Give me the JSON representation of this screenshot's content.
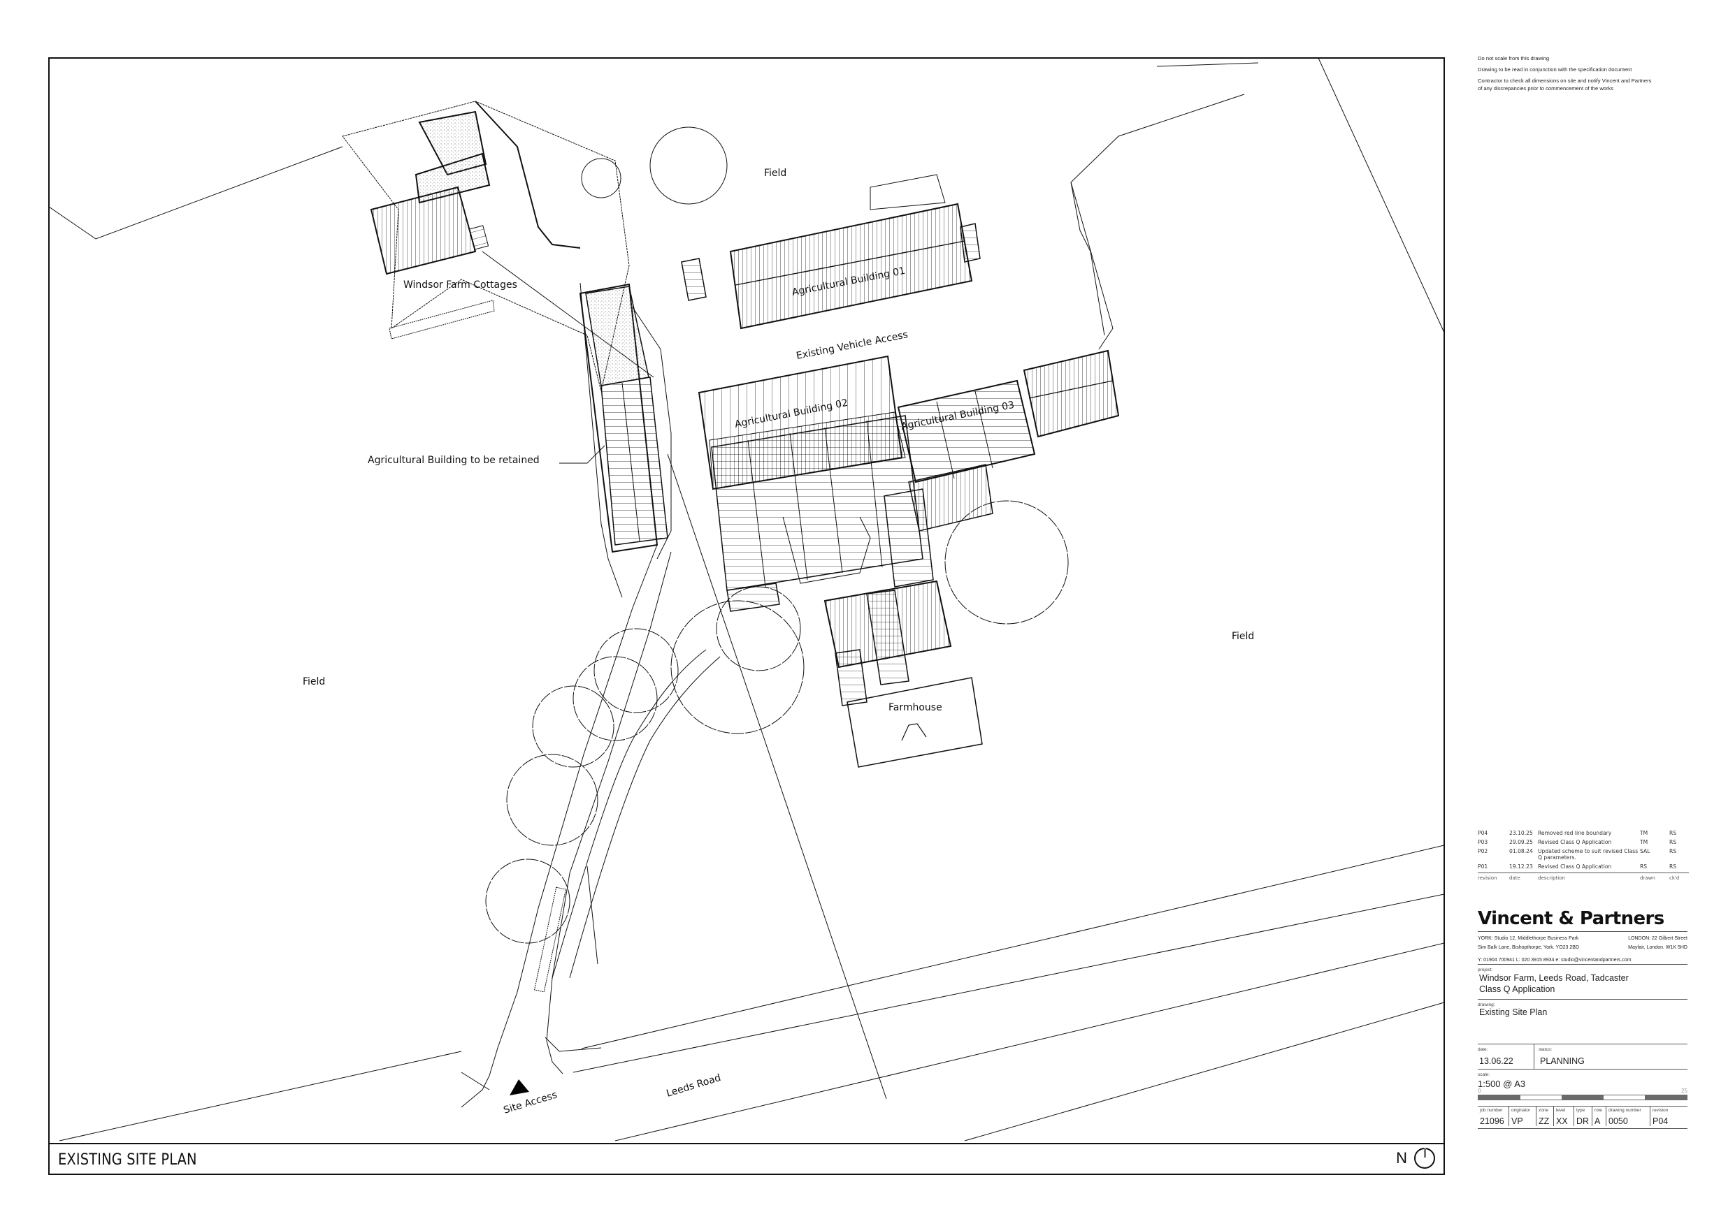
{
  "notes": [
    "Do not scale from this drawing",
    "Drawing to be read in conjunction with the specification document",
    "Contractor to check all dimensions on site and notify Vincent and Partners",
    "of any discrepancies prior to commencement of the works"
  ],
  "plan": {
    "labels": {
      "cottages": "Windsor Farm Cottages",
      "field_north": "Field",
      "field_west": "Field",
      "field_east": "Field",
      "ag01": "Agricultural Building 01",
      "ag02": "Agricultural Building 02",
      "ag03": "Agricultural Building 03",
      "vehicle_access": "Existing Vehicle Access",
      "retained": "Agricultural Building to be retained",
      "farmhouse": "Farmhouse",
      "site_access": "Site Access",
      "road": "Leeds Road"
    },
    "drawing_title": "EXISTING SITE PLAN",
    "north_label": "N",
    "north_icon": "north-arrow-circle"
  },
  "revisions": {
    "headers": [
      "revision",
      "date",
      "description",
      "drawn",
      "ck'd"
    ],
    "rows": [
      {
        "rev": "P04",
        "date": "23.10.25",
        "desc": "Removed red line boundary",
        "drawn": "TM",
        "ckd": "RS"
      },
      {
        "rev": "P03",
        "date": "29.09.25",
        "desc": "Revised Class Q Application",
        "drawn": "TM",
        "ckd": "RS"
      },
      {
        "rev": "P02",
        "date": "01.08.24",
        "desc": "Updated scheme to suit revised Class Q parameters.",
        "drawn": "SAL",
        "ckd": "RS"
      },
      {
        "rev": "P01",
        "date": "19.12.23",
        "desc": "Revised Class Q Application",
        "drawn": "RS",
        "ckd": "RS"
      }
    ]
  },
  "titleblock": {
    "company": "Vincent & Partners",
    "york_line1": "YORK: Studio 12, Middlethorpe Business Park",
    "york_line2": "Sim Balk Lane, Bishopthorpe, York. YO23 2BD",
    "london_line1": "LONDON: 22 Gilbert Street",
    "london_line2": "Mayfair, London. W1K 5HD",
    "contact": "Y: 01904 700941   L: 020 3915 8934   e: studio@vincentandpartners.com",
    "project_label": "project:",
    "project_line1": "Windsor Farm, Leeds Road, Tadcaster",
    "project_line2": "Class Q Application",
    "drawing_label": "drawing:",
    "drawing": "Existing Site Plan",
    "date_label": "date:",
    "date": "13.06.22",
    "status_label": "status:",
    "status": "PLANNING",
    "scale_label": "scale:",
    "scale": "1:500 @ A3",
    "scale_bar_start": "0",
    "scale_bar_end": "25",
    "codes": [
      {
        "key": "job number",
        "value": "21096"
      },
      {
        "key": "originator",
        "value": "VP"
      },
      {
        "key": "zone",
        "value": "ZZ"
      },
      {
        "key": "level",
        "value": "XX"
      },
      {
        "key": "type",
        "value": "DR"
      },
      {
        "key": "role",
        "value": "A"
      },
      {
        "key": "drawing number",
        "value": "0050"
      },
      {
        "key": "revision",
        "value": "P04"
      }
    ]
  }
}
